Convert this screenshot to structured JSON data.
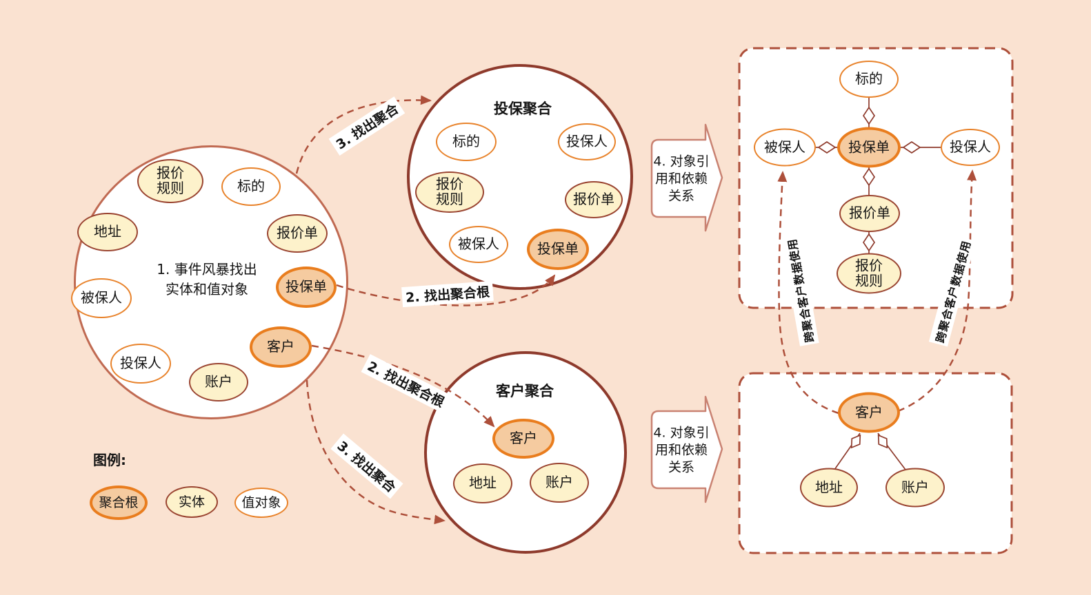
{
  "legend": {
    "title": "图例:",
    "aggregate_root": "聚合根",
    "entity": "实体",
    "value_object": "值对象"
  },
  "step1_circle": {
    "center_text": "1. 事件风暴找出\n实体和值对象",
    "nodes": {
      "quote_rules": "报价\n规则",
      "subject": "标的",
      "address": "地址",
      "quote": "报价单",
      "insured": "被保人",
      "policy": "投保单",
      "customer": "客户",
      "policyholder": "投保人",
      "account": "账户"
    }
  },
  "policy_aggregate_circle": {
    "title": "投保聚合",
    "nodes": {
      "subject": "标的",
      "policyholder": "投保人",
      "quote_rules": "报价\n规则",
      "quote": "报价单",
      "insured": "被保人",
      "policy": "投保单"
    }
  },
  "customer_aggregate_circle": {
    "title": "客户聚合",
    "nodes": {
      "customer": "客户",
      "address": "地址",
      "account": "账户"
    }
  },
  "policy_object_model": {
    "nodes": {
      "subject": "标的",
      "insured": "被保人",
      "policy": "投保单",
      "policyholder": "投保人",
      "quote": "报价单",
      "quote_rules": "报价\n规则"
    }
  },
  "customer_object_model": {
    "nodes": {
      "customer": "客户",
      "address": "地址",
      "account": "账户"
    }
  },
  "labels": {
    "find_aggregate_top": "3. 找出聚合",
    "find_root_top": "2. 找出聚合根",
    "find_root_bottom": "2. 找出聚合根",
    "find_aggregate_bottom": "3. 找出聚合",
    "object_reference_top": "4. 对象引\n用和依赖\n关系",
    "object_reference_bottom": "4. 对象引\n用和依赖\n关系",
    "cross_aggregate_left": "跨聚合客户数据使用",
    "cross_aggregate_right": "跨聚合客户数据使用"
  },
  "colors": {
    "background": "#fae2d1",
    "aggregate_root_fill": "#f5cba0",
    "aggregate_root_border": "#e97d1e",
    "entity_fill": "#fdf2cb",
    "entity_border": "#9a4431",
    "value_object_fill": "#ffffff",
    "value_object_border": "#e8822a",
    "dashed_arrow": "#ad4f3a",
    "big_circle_border": "#c06a52",
    "aggregate_circle_border": "#8e3a2c",
    "block_arrow_border": "#c98272"
  }
}
